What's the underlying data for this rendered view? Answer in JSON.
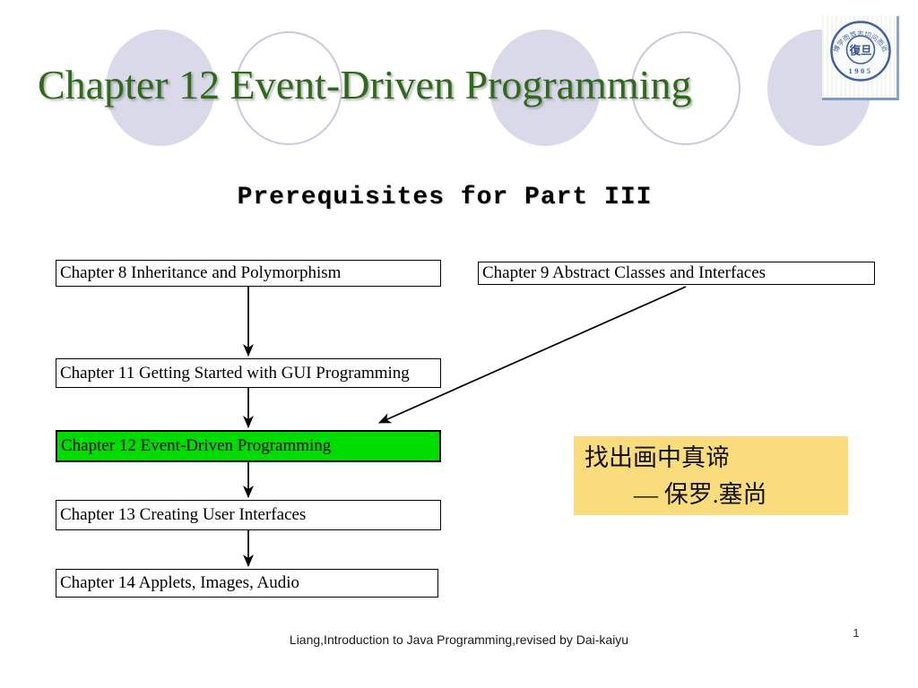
{
  "slide": {
    "title": "Chapter 12 Event-Driven Programming",
    "subtitle": "Prerequisites for Part III",
    "footer": "Liang,Introduction to Java Programming,revised by Dai-kaiyu",
    "page_number": "1"
  },
  "flowchart": {
    "boxes": [
      {
        "label": "Chapter 8 Inheritance and Polymorphism",
        "highlighted": false
      },
      {
        "label": "Chapter 9 Abstract Classes and Interfaces",
        "highlighted": false
      },
      {
        "label": "Chapter 11 Getting Started with GUI Programming",
        "highlighted": false
      },
      {
        "label": "Chapter 12 Event-Driven Programming",
        "highlighted": true
      },
      {
        "label": "Chapter 13 Creating User Interfaces",
        "highlighted": false
      },
      {
        "label": "Chapter 14 Applets, Images, Audio",
        "highlighted": false
      }
    ],
    "highlight_color": "#00dc00"
  },
  "quote": {
    "line1": "找出画中真谛",
    "line2": "— 保罗.塞尚",
    "background_color": "#fbdc7c"
  },
  "logo": {
    "arc_text": "博学而笃志切问而近思",
    "monogram": "復旦",
    "year": "1905",
    "color": "#41629f"
  },
  "colors": {
    "title_green": "#2f6a1b",
    "circle_fill": "#d9d9ea",
    "circle_outline": "#c8c8df"
  }
}
